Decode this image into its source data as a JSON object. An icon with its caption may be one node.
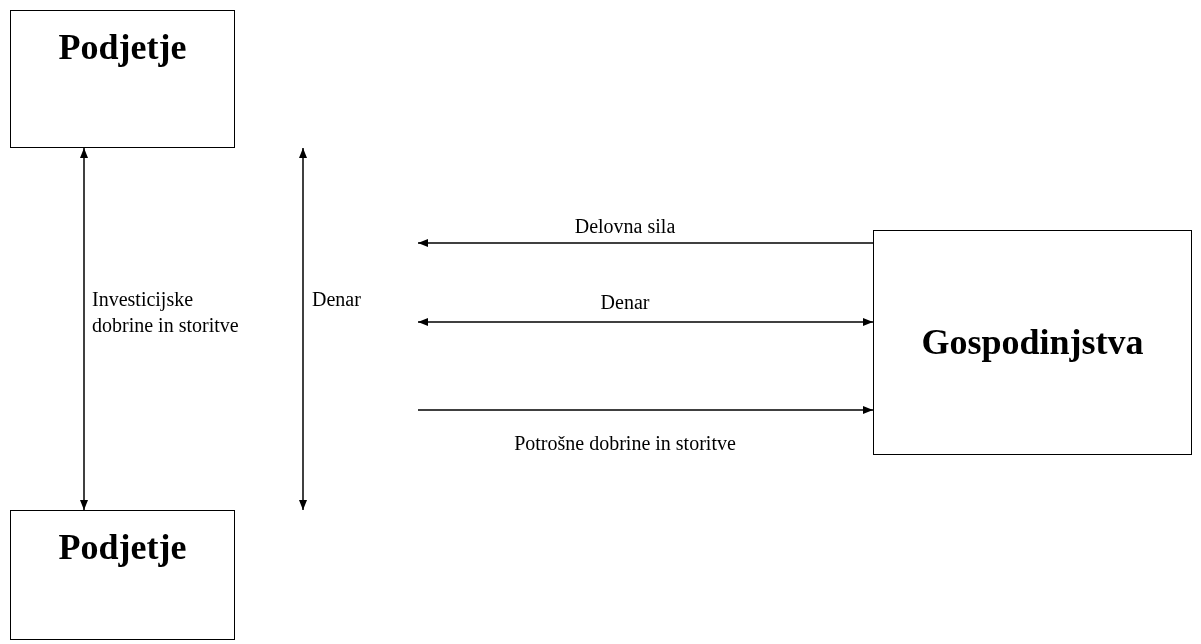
{
  "diagram": {
    "nodes": [
      {
        "text": [
          "Podjetje"
        ]
      },
      {
        "text": [
          "Podjetje"
        ]
      },
      {
        "text": [
          "Gospodinjstva"
        ]
      }
    ],
    "edges": [
      {
        "from": 0,
        "to": 1,
        "arrow": "both",
        "label": "Investicijske dobrine in storitve"
      },
      {
        "from": 0,
        "to": 1,
        "arrow": "both",
        "label": "Denar"
      },
      {
        "from": 2,
        "to": null,
        "arrow": "to",
        "label": "Delovna sila"
      },
      {
        "from": null,
        "to": 2,
        "arrow": "both",
        "label": "Denar"
      },
      {
        "from": null,
        "to": 2,
        "arrow": "to",
        "label": "Potrošne dobrine in storitve"
      }
    ]
  }
}
